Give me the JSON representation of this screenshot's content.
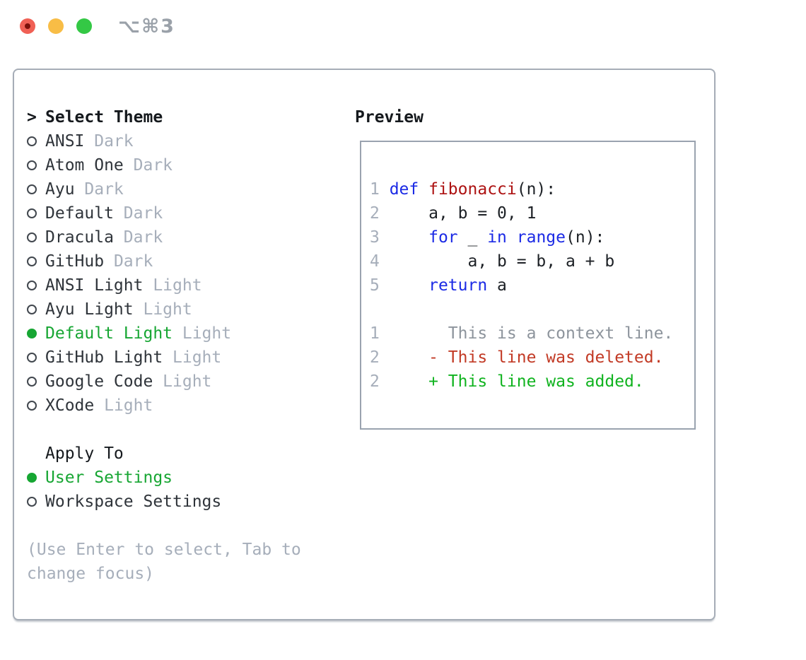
{
  "window": {
    "shortcut_label": "⌥⌘3",
    "traffic_lights": [
      "close",
      "minimize",
      "zoom"
    ]
  },
  "theme_panel": {
    "header": {
      "marker": ">",
      "label": "Select Theme"
    },
    "themes": [
      {
        "name": "ANSI",
        "variant": "Dark",
        "selected": false
      },
      {
        "name": "Atom One",
        "variant": "Dark",
        "selected": false
      },
      {
        "name": "Ayu",
        "variant": "Dark",
        "selected": false
      },
      {
        "name": "Default",
        "variant": "Dark",
        "selected": false
      },
      {
        "name": "Dracula",
        "variant": "Dark",
        "selected": false
      },
      {
        "name": "GitHub",
        "variant": "Dark",
        "selected": false
      },
      {
        "name": "ANSI Light",
        "variant": "Light",
        "selected": false
      },
      {
        "name": "Ayu Light",
        "variant": "Light",
        "selected": false
      },
      {
        "name": "Default Light",
        "variant": "Light",
        "selected": true
      },
      {
        "name": "GitHub Light",
        "variant": "Light",
        "selected": false
      },
      {
        "name": "Google Code",
        "variant": "Light",
        "selected": false
      },
      {
        "name": "XCode",
        "variant": "Light",
        "selected": false
      }
    ],
    "apply_to": {
      "label": "Apply To",
      "options": [
        {
          "name": "User Settings",
          "selected": true
        },
        {
          "name": "Workspace Settings",
          "selected": false
        }
      ]
    },
    "help_lines": [
      "(Use Enter to select, Tab to",
      "change focus)"
    ]
  },
  "preview": {
    "label": "Preview",
    "code_lines": [
      [
        {
          "t": "1 ",
          "c": "num"
        },
        {
          "t": "def",
          "c": "kw"
        },
        {
          "t": " ",
          "c": "pl"
        },
        {
          "t": "fibonacci",
          "c": "fn"
        },
        {
          "t": "(n):",
          "c": "pl"
        }
      ],
      [
        {
          "t": "2",
          "c": "num"
        },
        {
          "t": "     a, b = 0, 1",
          "c": "pl"
        }
      ],
      [
        {
          "t": "3",
          "c": "num"
        },
        {
          "t": "     ",
          "c": "pl"
        },
        {
          "t": "for",
          "c": "kw"
        },
        {
          "t": " _ ",
          "c": "pl"
        },
        {
          "t": "in",
          "c": "kw"
        },
        {
          "t": " ",
          "c": "pl"
        },
        {
          "t": "range",
          "c": "kw"
        },
        {
          "t": "(n):",
          "c": "pl"
        }
      ],
      [
        {
          "t": "4",
          "c": "num"
        },
        {
          "t": "         a, b = b, a + b",
          "c": "pl"
        }
      ],
      [
        {
          "t": "5",
          "c": "num"
        },
        {
          "t": "     ",
          "c": "pl"
        },
        {
          "t": "return",
          "c": "kw"
        },
        {
          "t": " a",
          "c": "pl"
        }
      ],
      [],
      [
        {
          "t": "1",
          "c": "num"
        },
        {
          "t": "       This is a context line.",
          "c": "ctx"
        }
      ],
      [
        {
          "t": "2",
          "c": "num"
        },
        {
          "t": "     ",
          "c": "pl"
        },
        {
          "t": "- This line was deleted.",
          "c": "del"
        }
      ],
      [
        {
          "t": "2",
          "c": "num"
        },
        {
          "t": "     ",
          "c": "pl"
        },
        {
          "t": "+ This line was added.",
          "c": "add"
        }
      ]
    ]
  },
  "colors": {
    "green": "#17a633",
    "added": "#10b31f",
    "deleted": "#c23a25",
    "kw": "#1b2ae5",
    "fn": "#ad1212",
    "muted": "#a6aeba",
    "ctx": "#8d949c",
    "panel-border": "#a6adb7",
    "box-border": "#9aa3af",
    "tl-red": "#f06055",
    "tl-yellow": "#f8bd46",
    "tl-green": "#34c845"
  }
}
